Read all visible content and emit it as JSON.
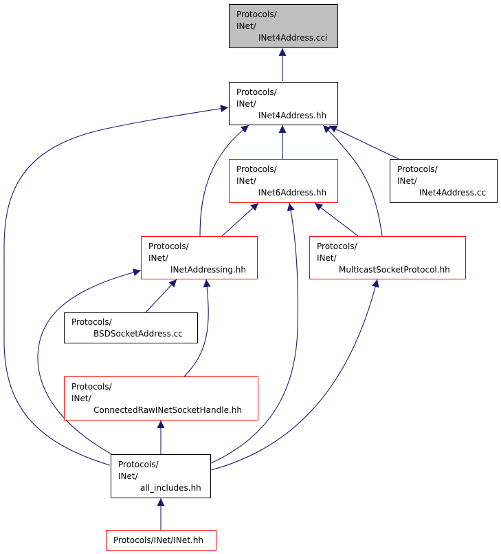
{
  "colors": {
    "edge": "#191970",
    "node_border": "#000000",
    "incomplete_border": "#ff0000",
    "current_fill": "#bfbfbf"
  },
  "nodes": {
    "inet4address_cci": {
      "line1": "Protocols/",
      "line2": "INet/",
      "line3": "INet4Address.cci"
    },
    "inet4address_hh": {
      "line1": "Protocols/",
      "line2": "INet/",
      "line3": "INet4Address.hh"
    },
    "inet6address_hh": {
      "line1": "Protocols/",
      "line2": "INet/",
      "line3": "INet6Address.hh"
    },
    "inet4address_cc": {
      "line1": "Protocols/",
      "line2": "INet/",
      "line3": "INet4Address.cc"
    },
    "inetaddressing_hh": {
      "line1": "Protocols/",
      "line2": "INet/",
      "line3": "INetAddressing.hh"
    },
    "multicastsocketprotocol_hh": {
      "line1": "Protocols/",
      "line2": "INet/",
      "line3": "MulticastSocketProtocol.hh"
    },
    "bsdsocketaddress_cc": {
      "line1": "Protocols/",
      "line2": "BSDSocketAddress.cc"
    },
    "connectedrawinetsockethandle_hh": {
      "line1": "Protocols/",
      "line2": "INet/",
      "line3": "ConnectedRawINetSocketHandle.hh"
    },
    "all_includes_hh": {
      "line1": "Protocols/",
      "line2": "INet/",
      "line3": "all_includes.hh"
    },
    "inet_hh": {
      "line1": "Protocols/INet/INet.hh"
    }
  }
}
